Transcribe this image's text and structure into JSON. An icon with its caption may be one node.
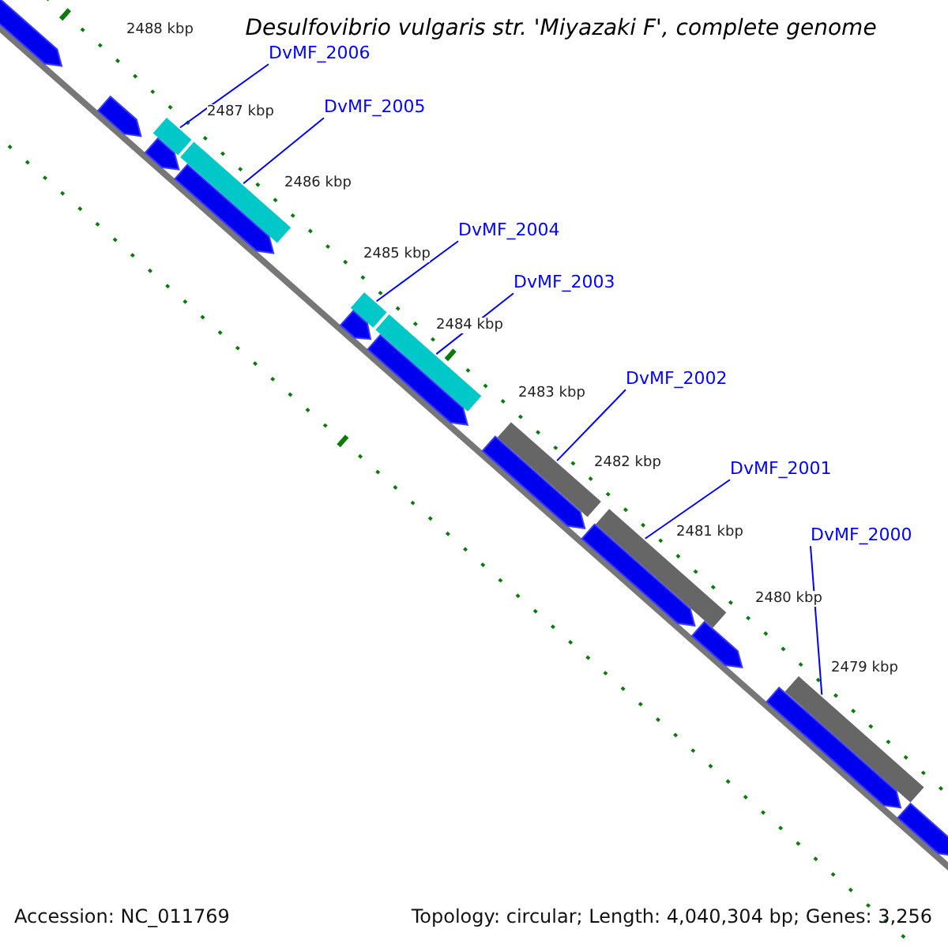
{
  "diagram": {
    "title": "Desulfovibrio vulgaris str. 'Miyazaki F', complete genome",
    "nodes": [
      {
        "text": [
          "DvMF_2006"
        ]
      },
      {
        "text": [
          "DvMF_2005"
        ]
      },
      {
        "text": [
          "DvMF_2004"
        ]
      },
      {
        "text": [
          "DvMF_2003"
        ]
      },
      {
        "text": [
          "DvMF_2002"
        ]
      },
      {
        "text": [
          "DvMF_2001"
        ]
      },
      {
        "text": [
          "DvMF_2000"
        ]
      },
      {
        "text": [],
        "shape": "bar"
      },
      {
        "text": [],
        "shape": "bar"
      },
      {
        "text": [],
        "shape": "bar"
      },
      {
        "text": [],
        "shape": "bar"
      },
      {
        "text": [],
        "shape": "bar"
      },
      {
        "text": [],
        "shape": "bar"
      },
      {
        "text": [],
        "shape": "bar"
      },
      {
        "text": [],
        "shape": "bar"
      },
      {
        "text": [],
        "shape": "bar"
      },
      {
        "text": [],
        "shape": "bar"
      },
      {
        "text": [],
        "shape": "bar"
      },
      {
        "text": [],
        "shape": "bar"
      },
      {
        "text": [],
        "shape": "bar"
      },
      {
        "text": [],
        "shape": "bar"
      },
      {
        "text": [],
        "shape": "bar"
      },
      {
        "text": [],
        "shape": "bar"
      },
      {
        "text": [],
        "shape": "bar"
      },
      {
        "text": [],
        "shape": "bar"
      }
    ],
    "edges": [
      {
        "from": 0,
        "to": 7,
        "arrow": "none"
      },
      {
        "from": 1,
        "to": 8,
        "arrow": "none"
      },
      {
        "from": 2,
        "to": 9,
        "arrow": "none"
      },
      {
        "from": 3,
        "to": 10,
        "arrow": "none"
      },
      {
        "from": 4,
        "to": 11,
        "arrow": "none"
      },
      {
        "from": 5,
        "to": 12,
        "arrow": "none"
      },
      {
        "from": 6,
        "to": 13,
        "arrow": "none"
      }
    ],
    "labels": [
      "2488 kbp",
      "2487 kbp",
      "2486 kbp",
      "2485 kbp",
      "2484 kbp",
      "2483 kbp",
      "2482 kbp",
      "2481 kbp",
      "2480 kbp",
      "2479 kbp",
      "Accession: NC_011769",
      "Topology: circular; Length: 4,040,304 bp; Genes: 3,256"
    ]
  }
}
